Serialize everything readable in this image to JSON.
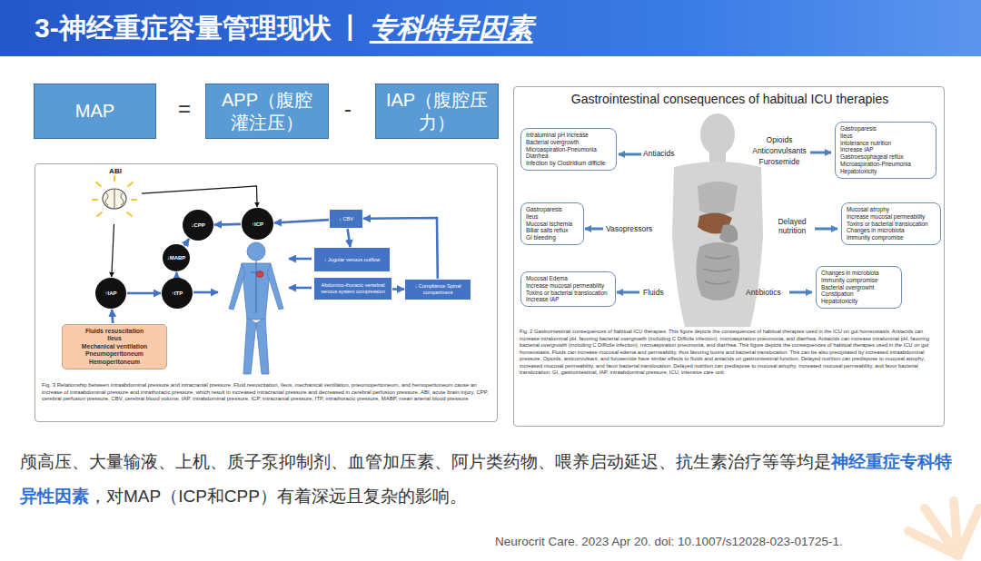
{
  "diagram": {
    "title": "3-神经重症容量管理现状",
    "nodes": [
      {
        "text": [
          "MAP"
        ]
      },
      {
        "text": [
          "APP（腹腔灌注压）"
        ]
      },
      {
        "text": [
          "IAP（腹腔压力）"
        ]
      },
      {
        "text": [
          "Fig. 3 Relationship between intraabdominal pressure and intracranial pressure. Fluid resuscitation, ileus, mechanical ventilation, pneumoperitoneum, and hemoperitoneum cause an increase of intraabdominal pressure and intrathoracic pressure, which result in increased intracranial pressure and decreased in cerebral perfusion pressure. ABI, acute brain injury, CPP, cerebral perfusion pressure, CBV, cerebral blood volume, IAP, intrabdominal pressure, ICP, intracranial pressure, ITP, intrathoracic pressure, MABP, mean arterial blood pressure"
        ]
      },
      {
        "text": [
          "ABI"
        ],
        "in": 3
      },
      {
        "text": [
          "↓CPP"
        ],
        "in": 3
      },
      {
        "text": [
          "↑ICP"
        ],
        "in": 3
      },
      {
        "text": [
          "↓ CBV"
        ],
        "in": 3
      },
      {
        "text": [
          "↓MABP"
        ],
        "in": 3
      },
      {
        "text": [
          "↓ Jugular venous outflow"
        ],
        "in": 3
      },
      {
        "text": [
          "↑IAP"
        ],
        "in": 3
      },
      {
        "text": [
          "↑ITP"
        ],
        "in": 3
      },
      {
        "text": [
          "Abdomino-thoracic vertebral venous system compression"
        ],
        "in": 3
      },
      {
        "text": [
          "↓ Compliance Spinal compartment"
        ],
        "in": 3
      },
      {
        "text": [
          "Fluids resuscitation",
          "Ileus",
          "Mechanical ventilation",
          "Pneumoperitoneum",
          "Hemoperitoneum"
        ],
        "in": 3
      },
      {
        "text": [
          "Gastrointestinal consequences of habitual ICU therapies",
          "Fig. 2 Gastrointestinal consequences of habitual ICU therapies. This figure depicts the consequences of habitual therapies used in the ICU on gut homeostasis. Antiacids can increase intraluminal pH, favoring bacterial overgrowth (including C Difficile infection), microaspiration pneumonia, and diarrhea. Antiacids can increase intraluminal pH, favoring bacterial overgrowth (including C Difficile infection), microaspiration pneumonia, and diarrhea. This figure depicts the consequences of habitual therapies used in the ICU on gut homeostasis. Fluids can increase mucosal edema and permeability, thus favoring toxins and bacterial translocation. This can be also precipitated by increased intraabdominal pressure. Opioids, anticonvulsant, and furosemide have similar effects to fluids and antacids on gastrointestinal function. Delayed nutrition can predispose to mucosal atrophy, increased mucosal permeability, and favor bacterial translocation. Delayed nutrition can predispose to mucosal atrophy, increased mucosal permeability, and favor bacterial translocation. GI, gastrointestinal, IAP, intraabdominal pressure, ICU, intensive care unit"
        ]
      },
      {
        "text": [
          "Intraluminal pH increase",
          "Bacterial overgrowth",
          "Microaspiration-Pneumonia",
          "Diarrhea",
          "Infection by Clostridium difficile"
        ],
        "in": 15
      },
      {
        "text": [
          "Gastroparesis",
          "Ileus",
          "Intolerance nutrition",
          "Increase IAP",
          "Gastroesophageal reflux",
          "Microaspiration-Pneumonia",
          "Hepatotoxicity"
        ],
        "in": 15
      },
      {
        "text": [
          "Gastroparesis",
          "Ileus",
          "Mucosal Ischemia",
          "Biliar salts reflux",
          "GI bleeding"
        ],
        "in": 15
      },
      {
        "text": [
          "Mucosal atrophy",
          "Increase mucosal permeability",
          "Toxins or bacterial translocation",
          "Changes in microbiota",
          "Immunity compromise"
        ],
        "in": 15
      },
      {
        "text": [
          "Mucosal Edema",
          "Increase mucosal permeability",
          "Toxins or bacterial translocation",
          "Increase IAP"
        ],
        "in": 15
      },
      {
        "text": [
          "Changes in microbiota",
          "Immunity compromise",
          "Bacterial overgrowht",
          "Constipation",
          "Hepatotoxicity"
        ],
        "in": 15
      }
    ],
    "edges": [
      {
        "from": 4,
        "to": 10,
        "arrow": "to"
      },
      {
        "from": 4,
        "to": 6,
        "arrow": "to"
      },
      {
        "from": 6,
        "to": 5,
        "arrow": "to"
      },
      {
        "from": 7,
        "to": 6,
        "arrow": "to"
      },
      {
        "from": 7,
        "to": 9,
        "arrow": "to"
      },
      {
        "from": 12,
        "to": 13,
        "arrow": "to"
      },
      {
        "from": 13,
        "to": 7,
        "arrow": "to"
      },
      {
        "from": 10,
        "to": 11,
        "arrow": "to"
      },
      {
        "from": 11,
        "to": 8,
        "arrow": "to"
      },
      {
        "from": 8,
        "to": 5,
        "arrow": "to"
      },
      {
        "from": 14,
        "to": 10,
        "arrow": "to"
      }
    ],
    "labels": [
      "丨",
      "专科特异因素",
      "=",
      "-",
      "Antiacids",
      "Opioids",
      "Anticonvulsants",
      "Furosemide",
      "Vasopressors",
      "Delayed nutrition",
      "Fluids",
      "Antibiotics",
      "颅高压、大量输液、上机、质子泵抑制剂、血管加压素、阿片类药物、喂养启动延迟、抗生素治疗等等均是",
      "神经重症专科特异性因素",
      "，对MAP（ICP和CPP）有着深远且复杂的影响。",
      "Neurocrit Care. 2023 Apr 20. doi: 10.1007/s12028-023-01725-1."
    ]
  }
}
